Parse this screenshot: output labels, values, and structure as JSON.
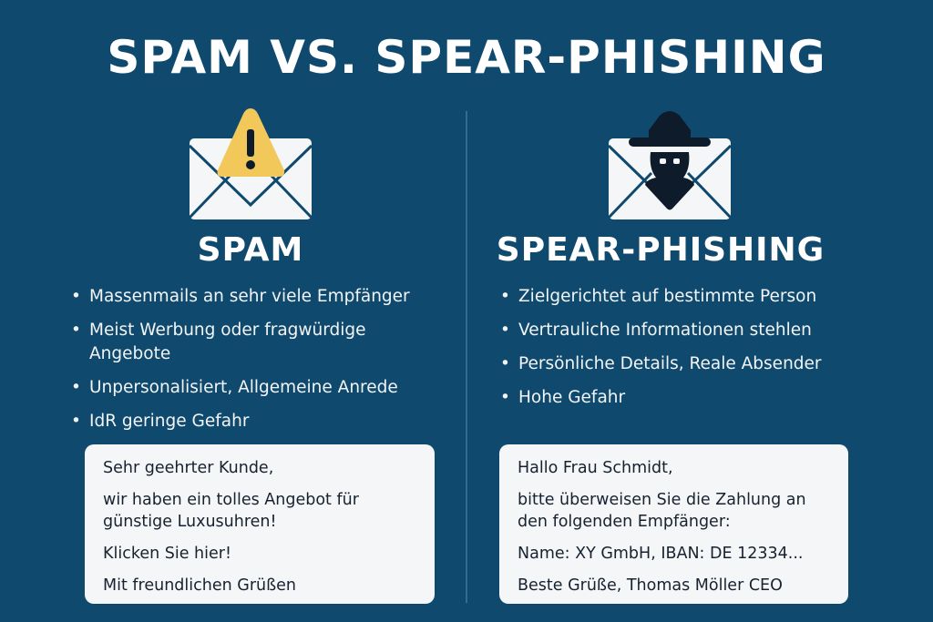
{
  "title": "SPAM VS. SPEAR-PHISHING",
  "spam": {
    "icon": "envelope-warning-icon",
    "heading": "SPAM",
    "bullets": [
      "Massenmails an sehr viele Empfänger",
      "Meist Werbung oder fragwürdige Angebote",
      "Unpersonalisiert, Allgemeine Anrede",
      "IdR geringe Gefahr"
    ],
    "example": [
      "Sehr geehrter Kunde,",
      "wir haben ein tolles Angebot für günstige Luxusuhren!",
      "Klicken Sie hier!",
      "Mit freundlichen Grüßen"
    ]
  },
  "phishing": {
    "icon": "envelope-hacker-icon",
    "heading": "SPEAR-PHISHING",
    "bullets": [
      "Zielgerichtet auf bestimmte Person",
      "Vertrauliche Informationen stehlen",
      "Persönliche Details, Reale Absender",
      "Hohe Gefahr"
    ],
    "example": [
      "Hallo Frau Schmidt,",
      "bitte überweisen Sie die Zahlung an den folgenden Empfänger:",
      "Name: XY GmbH, IBAN: DE 12334...",
      "Beste Grüße, Thomas Möller CEO"
    ]
  },
  "colors": {
    "background": "#0f4a6e",
    "warning": "#f2c85b",
    "card": "#f5f6f8",
    "hacker": "#0d1b2a"
  }
}
